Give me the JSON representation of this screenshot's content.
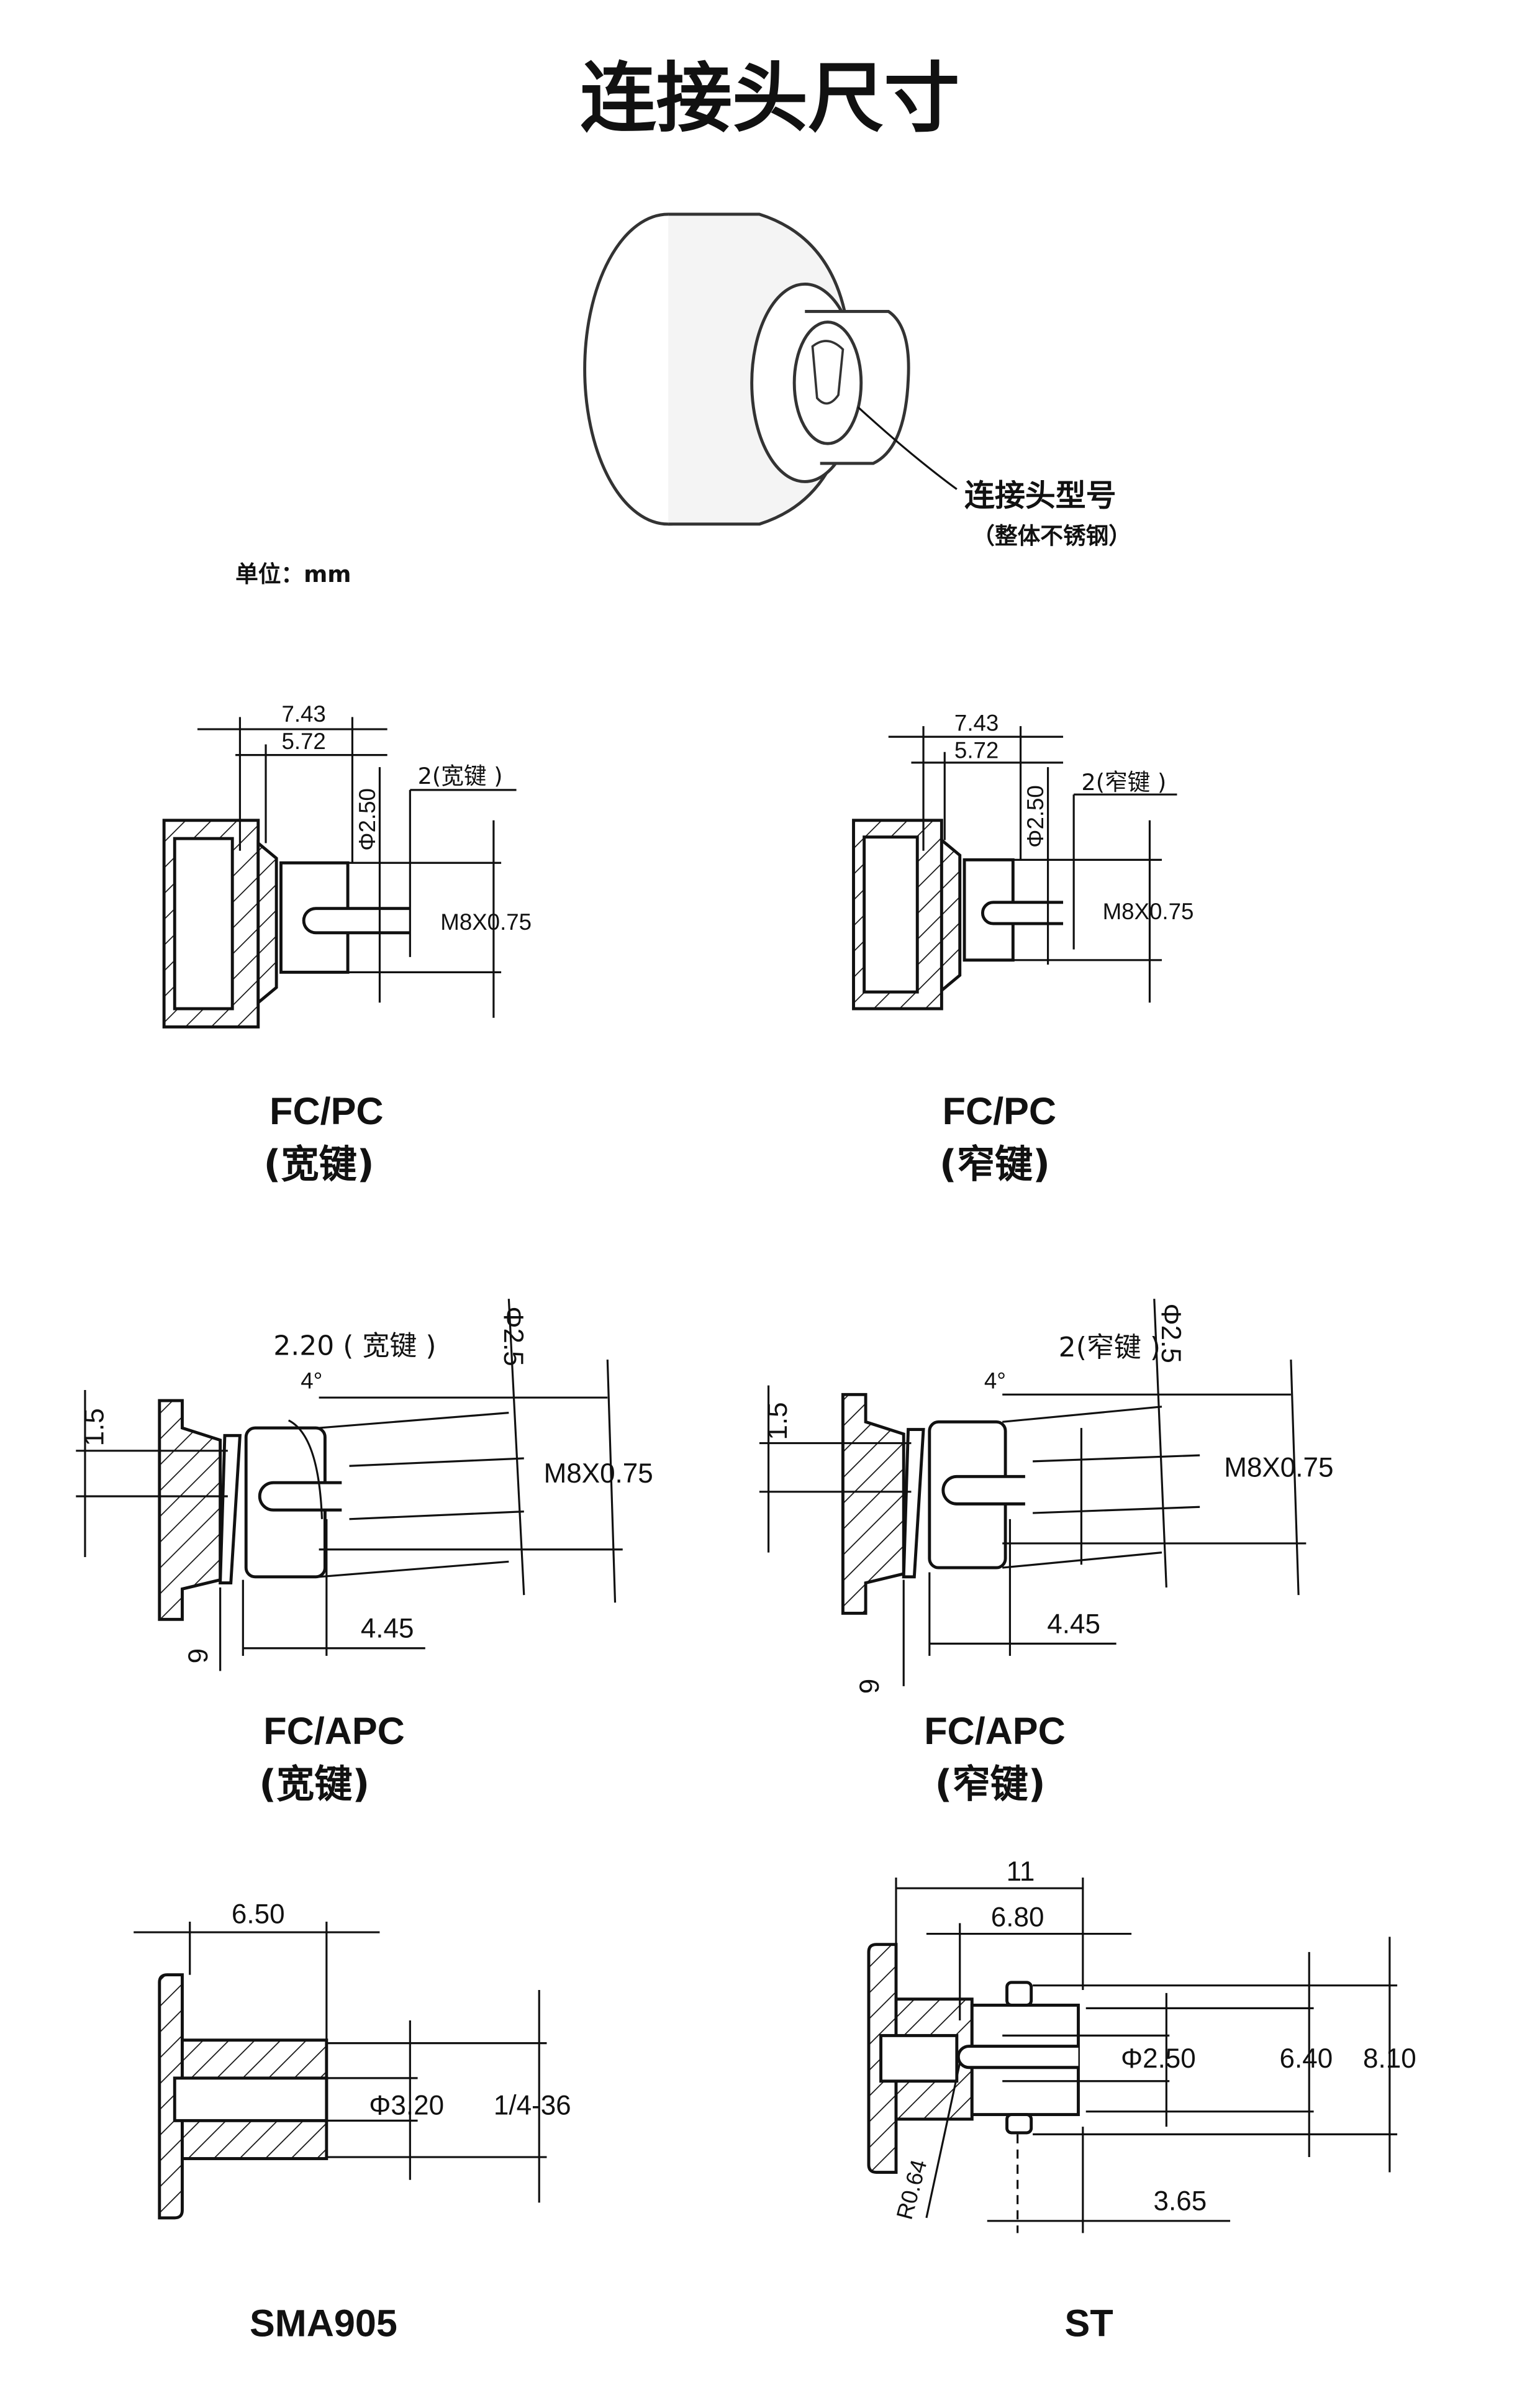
{
  "title": "连接头尺寸",
  "hero": {
    "label": "连接头型号",
    "sublabel": "（整体不锈钢）"
  },
  "unit": "单位：mm",
  "fc_pc_wide": {
    "name": "FC/PC",
    "key": "(宽键)",
    "d1": "7.43",
    "d2": "5.72",
    "dia": "Φ2.50",
    "keyw": "2(宽键 )",
    "thread": "M8X0.75"
  },
  "fc_pc_narrow": {
    "name": "FC/PC",
    "key": "(窄键)",
    "d1": "7.43",
    "d2": "5.72",
    "dia": "Φ2.50",
    "keyw": "2(窄键 )",
    "thread": "M8X0.75"
  },
  "fc_apc_wide": {
    "name": "FC/APC",
    "key": "(宽键)",
    "h": "1.5",
    "keyw": "2.20 ( 宽键 )",
    "angle": "4°",
    "dia": "Φ2.5",
    "thread": "M8X0.75",
    "len": "4.45",
    "flange": "6"
  },
  "fc_apc_narrow": {
    "name": "FC/APC",
    "key": "(窄键)",
    "h": "1.5",
    "keyw": "2(窄键 )",
    "angle": "4°",
    "dia": "Φ2.5",
    "thread": "M8X0.75",
    "len": "4.45",
    "flange": "6"
  },
  "sma905": {
    "name": "SMA905",
    "len": "6.50",
    "dia": "Φ3.20",
    "thread": "1/4-36"
  },
  "st": {
    "name": "ST",
    "len": "11",
    "len2": "6.80",
    "dia": "Φ2.50",
    "d1": "6.40",
    "d2": "8.10",
    "radius": "R0.64",
    "len3": "3.65"
  }
}
